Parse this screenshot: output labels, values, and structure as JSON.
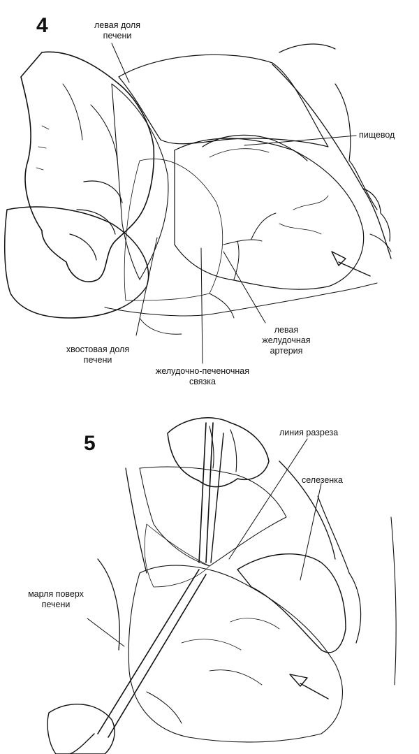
{
  "figure4": {
    "number": "4",
    "labels": {
      "left_liver_lobe": [
        "левая доля",
        "печени"
      ],
      "esophagus": [
        "пищевод"
      ],
      "caudate_lobe": [
        "хвостовая доля",
        "печени"
      ],
      "left_gastric_artery": [
        "левая",
        "желудочная",
        "артерия"
      ],
      "gastrohepatic_ligament": [
        "желудочно-печеночная",
        "связка"
      ]
    }
  },
  "figure5": {
    "number": "5",
    "labels": {
      "incision_line": [
        "линия разреза"
      ],
      "spleen": [
        "селезенка"
      ],
      "gauze_over_liver": [
        "марля поверх",
        "печени"
      ]
    }
  }
}
